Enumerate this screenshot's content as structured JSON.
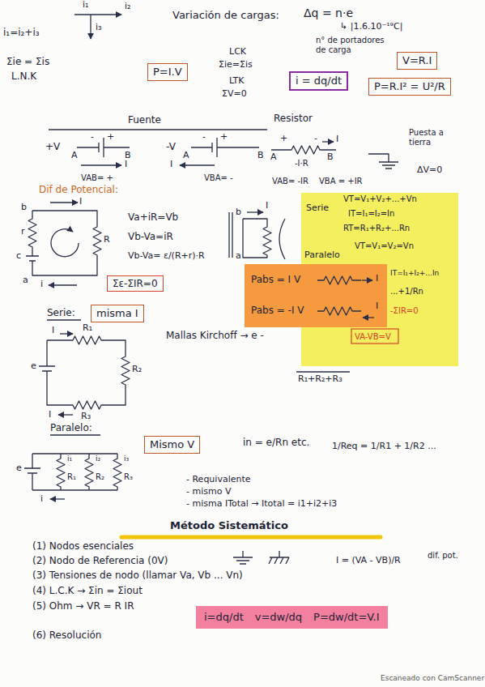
{
  "diagram": {
    "nodes": [
      {
        "text": [
          "P=I.V"
        ]
      },
      {
        "text": [
          "i = dq/dt"
        ]
      },
      {
        "text": [
          "V=R.I"
        ]
      },
      {
        "text": [
          "P=R.I² = U²/R"
        ]
      },
      {
        "text": [
          "Σε-ΣIR=0"
        ]
      },
      {
        "text": [
          "Serie",
          "VT=V₁+V₂+...+Vn",
          "IT=I₁=I₂=In",
          "RT=R₁+R₂+...Rn",
          "Paralelo",
          "VT=V₁=V₂=Vn",
          "IT=I₁+I₂+...In",
          "...+1/Rn",
          "-ΣIR=0",
          "VA-VB=V"
        ]
      },
      {
        "text": [
          "Pabs = I V",
          "Pabs = -I V"
        ]
      },
      {
        "text": [
          "misma I"
        ]
      },
      {
        "text": [
          "Mismo V"
        ]
      },
      {
        "text": [
          "i=dq/dt",
          "v=dw/dq",
          "P=dw/dt=V.I"
        ]
      }
    ],
    "labels": [
      "i₁",
      "i₂",
      "i₃",
      "i₁=i₂+i₃",
      "Σie = Σis",
      "L.N.K",
      "Variación de cargas:",
      "Δq = n·e",
      "↳ |1.6.10⁻¹⁹C|",
      "n° de portadores de carga",
      "LCK",
      "Σie=Σis",
      "LTK",
      "ΣV=0",
      "Fuente",
      "Resistor",
      "+V",
      "A",
      "-",
      "+",
      "B",
      "I",
      "VAB= +",
      "-V",
      "A",
      "-",
      "+",
      "B",
      "I",
      "VBA= -",
      "+",
      "-",
      "I",
      "A",
      "B",
      "-I·R",
      "VAB= -IR",
      "VBA = +IR",
      "Puesta a tierra",
      "ΔV=0",
      "Dif de Potencial:",
      "b",
      "r",
      "c",
      "a",
      "I",
      "R",
      "i",
      "Va+iR=Vb",
      "Vb-Va=iR",
      "Vb-Va= ε/(R+r)·R",
      "b",
      "I",
      "a",
      "I",
      "I",
      "Serie:",
      "Mallas Kirchoff → e -",
      "R₁+R₂+R₃",
      "I",
      "R₁",
      "e",
      "R₂",
      "I",
      "R₃",
      "Paralelo:",
      "in = e/Rn etc.",
      "1/Req = 1/R1 + 1/R2 ...",
      "e",
      "i₁",
      "R₁",
      "i₂",
      "R₂",
      "i₃",
      "R₃",
      "i",
      "- Requivalente",
      "- mismo V",
      "- misma ITotal → Itotal = i1+i2+i3",
      "Método Sistemático",
      "(1) Nodos esenciales",
      "(2) Nodo de Referencia (0V)",
      "(3) Tensiones de nodo (llamar Va, Vb ... Vn)",
      "(4) L.C.K → Σin = Σiout",
      "(5) Ohm → VR = R IR",
      "(6) Resolución",
      "I = (VA - VB)/R",
      "dif. pot.",
      "Escaneado con CamScanner"
    ]
  }
}
